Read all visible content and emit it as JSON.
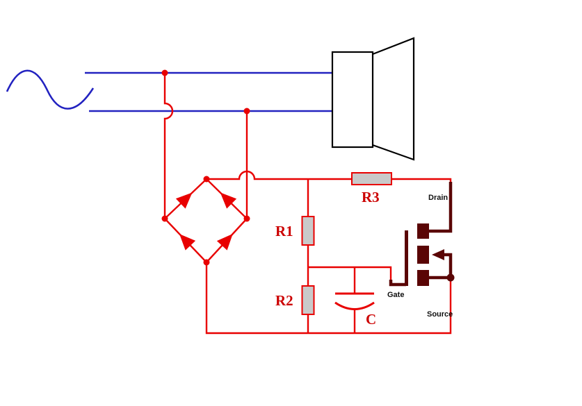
{
  "colors": {
    "background": "#ffffff",
    "wire_red": "#e80000",
    "wire_blue": "#2222c0",
    "mosfet_dark": "#5a0505",
    "resistor_fill": "#c9c9c9",
    "label_red": "#cc0000",
    "label_black": "#111111",
    "speaker_black": "#000000"
  },
  "labels": {
    "r1": "R1",
    "r2": "R2",
    "r3": "R3",
    "c": "C",
    "drain": "Drain",
    "gate": "Gate",
    "source": "Source"
  }
}
